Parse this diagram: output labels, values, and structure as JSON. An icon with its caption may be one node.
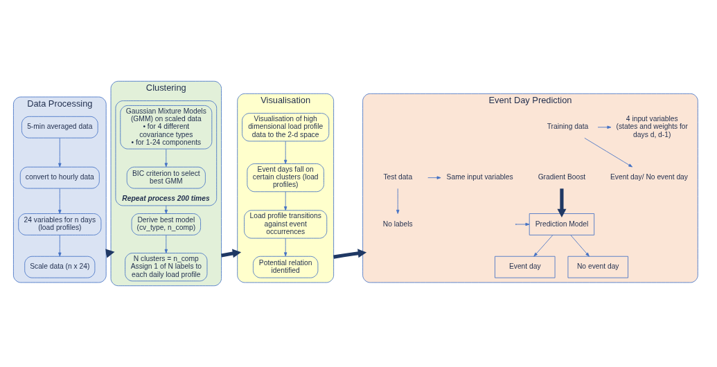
{
  "diagram": {
    "nodes": [
      {
        "text": [
          "Data Processing"
        ]
      },
      {
        "text": [
          "5-min averaged data"
        ],
        "in": 0
      },
      {
        "text": [
          "convert to hourly data"
        ],
        "in": 0
      },
      {
        "text": [
          "24 variables for n days (load profiles)"
        ],
        "in": 0
      },
      {
        "text": [
          "Scale data (n x 24)"
        ],
        "in": 0
      },
      {
        "text": [
          "Clustering"
        ]
      },
      {
        "text": [
          "Repeat process 200 times"
        ],
        "in": 5
      },
      {
        "text": [
          "Gaussian Mixture Models (GMM) on scaled data",
          "• for 4 different covariance types",
          "• for 1-24 components"
        ],
        "in": 6
      },
      {
        "text": [
          "BIC criterion to select best GMM"
        ],
        "in": 6
      },
      {
        "text": [
          "Derive best model (cv_type, n_comp)"
        ],
        "in": 5
      },
      {
        "text": [
          "N clusters = n_comp Assign 1 of N labels to each daily load profile"
        ],
        "in": 5
      },
      {
        "text": [
          "Visualisation"
        ]
      },
      {
        "text": [
          "Visualisation of high dimensional load profile data to the 2-d space"
        ],
        "in": 11
      },
      {
        "text": [
          "Event days fall on certain clusters (load profiles)"
        ],
        "in": 11
      },
      {
        "text": [
          "Load profile transitions against event occurrences"
        ],
        "in": 11
      },
      {
        "text": [
          "Potential relation identified"
        ],
        "in": 11
      },
      {
        "text": [
          "Event Day Prediction"
        ]
      },
      {
        "text": [
          "Training data"
        ],
        "in": 16
      },
      {
        "text": [
          "4 input variables (states and weights for days d, d-1)"
        ],
        "in": 16
      },
      {
        "text": [
          "Event day/ No event day"
        ],
        "in": 16
      },
      {
        "text": [
          "Gradient Boost"
        ],
        "in": 16
      },
      {
        "text": [
          "Test data"
        ],
        "in": 16
      },
      {
        "text": [
          "Same input variables"
        ],
        "in": 16
      },
      {
        "text": [
          "No labels"
        ],
        "in": 16
      },
      {
        "text": [
          "Prediction Model"
        ],
        "in": 16
      },
      {
        "text": [
          "Event day"
        ],
        "in": 16
      },
      {
        "text": [
          "No event day"
        ],
        "in": 16
      }
    ],
    "edges": [
      {
        "from": 1,
        "to": 2,
        "arrow": "to"
      },
      {
        "from": 2,
        "to": 3,
        "arrow": "to"
      },
      {
        "from": 3,
        "to": 4,
        "arrow": "to"
      },
      {
        "from": 0,
        "to": 5,
        "arrow": "to",
        "style": "thick",
        "color": "#1f3864"
      },
      {
        "from": 7,
        "to": 8,
        "arrow": "to"
      },
      {
        "from": 6,
        "to": 9,
        "arrow": "to"
      },
      {
        "from": 9,
        "to": 10,
        "arrow": "to"
      },
      {
        "from": 5,
        "to": 11,
        "arrow": "to",
        "style": "thick",
        "color": "#1f3864"
      },
      {
        "from": 12,
        "to": 13,
        "arrow": "to"
      },
      {
        "from": 13,
        "to": 14,
        "arrow": "to"
      },
      {
        "from": 14,
        "to": 15,
        "arrow": "to"
      },
      {
        "from": 11,
        "to": 16,
        "arrow": "to",
        "style": "thick",
        "color": "#1f3864"
      },
      {
        "from": 17,
        "to": 18,
        "arrow": "to"
      },
      {
        "from": 17,
        "to": 19,
        "arrow": "to"
      },
      {
        "from": 20,
        "to": 24,
        "arrow": "to",
        "style": "thick",
        "color": "#1f3864"
      },
      {
        "from": 21,
        "to": 22,
        "arrow": "to"
      },
      {
        "from": 21,
        "to": 23,
        "arrow": "to"
      },
      {
        "from": null,
        "to": 24,
        "arrow": "to"
      },
      {
        "from": 24,
        "to": 25,
        "arrow": "to"
      },
      {
        "from": 24,
        "to": 26,
        "arrow": "to"
      }
    ]
  }
}
